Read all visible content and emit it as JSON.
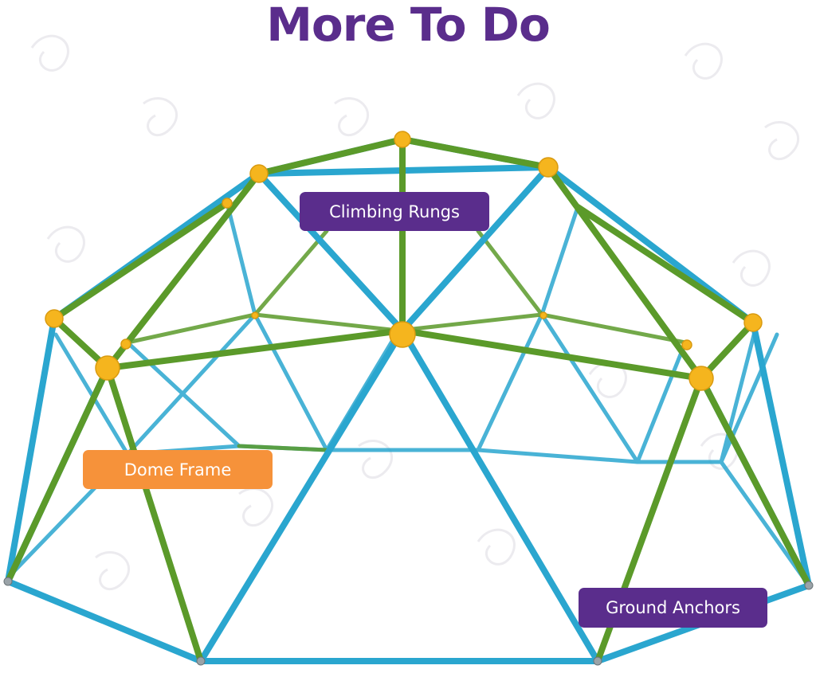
{
  "title": "More To Do",
  "callouts": {
    "rungs": "Climbing Rungs",
    "frame": "Dome Frame",
    "anchors": "Ground Anchors"
  },
  "colors": {
    "title": "#5a2d8c",
    "purple_callout": "#5a2d8c",
    "orange_callout": "#f6923a",
    "blue_bar": "#2aa6cf",
    "green_bar": "#5b9a2a",
    "joint_yellow": "#f5b51e",
    "swirl": "#ecebef"
  }
}
